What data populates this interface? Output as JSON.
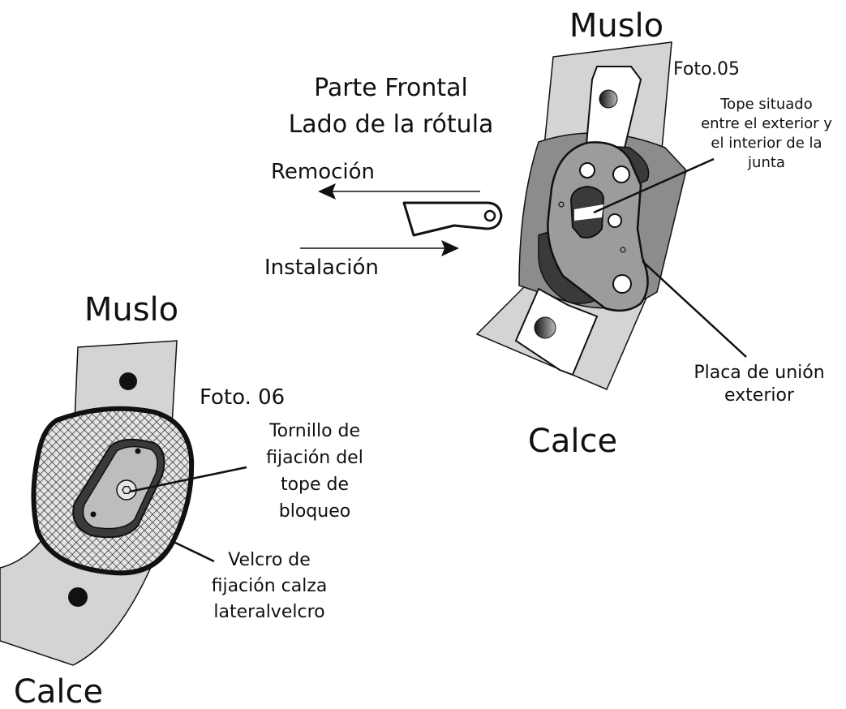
{
  "photo05": {
    "top_label": "Muslo",
    "bottom_label": "Calce",
    "photo_label": "Foto.05",
    "view_title": [
      "Parte Frontal",
      "Lado de la rótula"
    ],
    "removal_label": "Remoción",
    "install_label": "Instalación",
    "stop_callout": [
      "Tope situado",
      "entre el exterior y",
      "el interior de la",
      "junta"
    ],
    "plate_callout": [
      "Placa de unión",
      "exterior"
    ]
  },
  "photo06": {
    "top_label": "Muslo",
    "bottom_label": "Calce",
    "photo_label": "Foto. 06",
    "screw_callout": [
      "Tornillo de",
      "fijación del",
      "tope de",
      "bloqueo"
    ],
    "velcro_callout": [
      "Velcro de",
      "fijación calza",
      "lateralvelcro"
    ]
  },
  "colors": {
    "bar_fill": "#d4d4d4",
    "pad_fill": "#8c8c8c",
    "dark_part": "#3a3a3a",
    "plate_fill": "#9c9c9c",
    "mesh_fill": "#cfcfcf",
    "outline": "#111111"
  }
}
